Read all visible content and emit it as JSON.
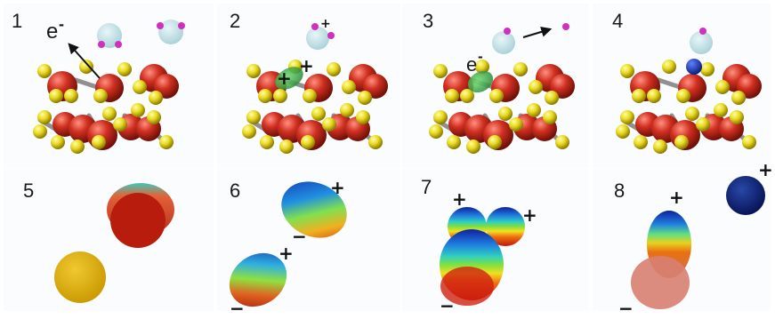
{
  "panels": [
    {
      "label": "1"
    },
    {
      "label": "2"
    },
    {
      "label": "3"
    },
    {
      "label": "4"
    },
    {
      "label": "5"
    },
    {
      "label": "6"
    },
    {
      "label": "7"
    },
    {
      "label": "8"
    }
  ],
  "annotations": {
    "electron": "e",
    "superscript_minus": "-",
    "plus": "+",
    "minus": "−"
  },
  "colors": {
    "oxygen": "#d03020",
    "gold_atom": "#e8d820",
    "ion": "#b8dce0",
    "proton": "#d030c0",
    "electron_cloud": "#30a040",
    "blue_atom": "#1040c0",
    "gold_sphere": "#d8a810",
    "navy_sphere": "#102878"
  }
}
